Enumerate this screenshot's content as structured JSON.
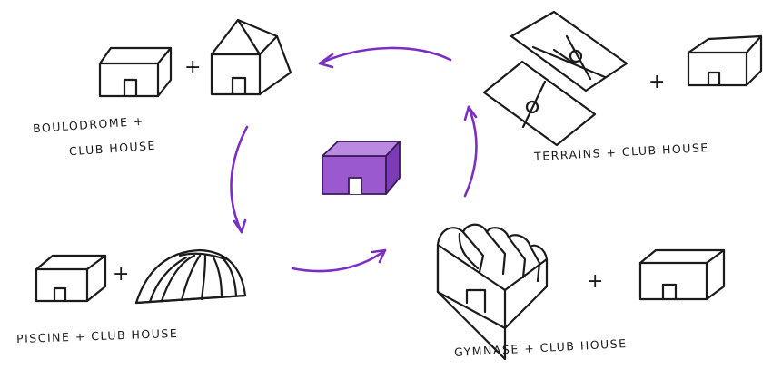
{
  "groups": {
    "boulodrome": {
      "line1": "BOULODROME +",
      "line2": "CLUB HOUSE",
      "plus": "+"
    },
    "terrains": {
      "label": "TERRAINS + CLUB HOUSE",
      "plus": "+"
    },
    "piscine": {
      "label": "PISCINE + CLUB HOUSE",
      "plus": "+"
    },
    "gymnase": {
      "label": "GYMNASE + CLUB HOUSE",
      "plus": "+"
    }
  },
  "colors": {
    "ink": "#1b1b1b",
    "arrow": "#7a2fc2",
    "center_fill": "#9b59d0",
    "center_top": "#b98ae0",
    "center_side": "#7b3cb6"
  }
}
